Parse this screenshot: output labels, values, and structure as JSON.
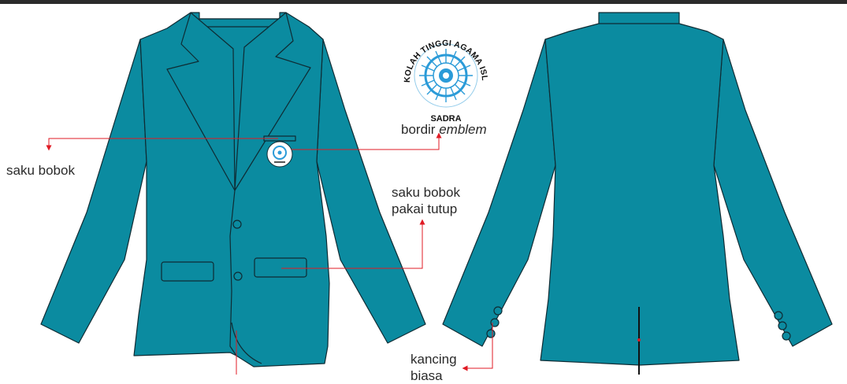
{
  "logo": {
    "ring_text": "SEKOLAH TINGGI AGAMA ISLAM",
    "name": "SADRA",
    "color": "#2b9bd8"
  },
  "labels": {
    "saku_bobok": "saku bobok",
    "bordir_word": "bordir",
    "bordir_emph": "emblem",
    "saku_tutup_line1": "saku bobok",
    "saku_tutup_line2": "pakai tutup",
    "kancing_line1": "kancing",
    "kancing_line2": "biasa"
  },
  "colors": {
    "jacket": "#0b8ba0",
    "outline": "#0f2b33",
    "leader": "#e01b24"
  }
}
